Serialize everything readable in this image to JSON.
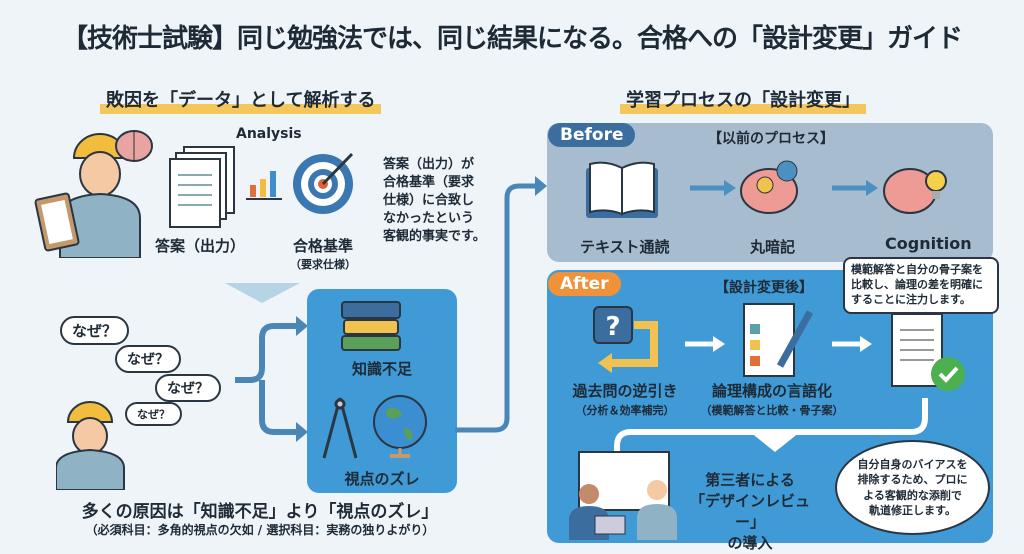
{
  "title": "【技術士試験】同じ勉強法では、同じ結果になる。合格への「設計変更」ガイド",
  "left": {
    "heading": "敗因を「データ」として解析する",
    "analysis_label": "Analysis",
    "answer_label": "答案（出力）",
    "criteria_label": "合格基準",
    "criteria_sub": "（要求仕様）",
    "fact_text": [
      "答案（出力）が",
      "合格基準（要求",
      "仕様）に合致し",
      "なかったという",
      "客観的事実です。"
    ],
    "why": [
      "なぜ？",
      "なぜ？",
      "なぜ？",
      "なぜ？"
    ],
    "cause1": "知識不足",
    "cause2": "視点のズレ",
    "conclusion": "多くの原因は「知識不足」より「視点のズレ」",
    "conclusion_sub": "（必須科目：多角的視点の欠如 / 選択科目：実務の独りよがり）"
  },
  "right": {
    "heading": "学習プロセスの「設計変更」",
    "before": {
      "badge": "Before",
      "title": "【以前のプロセス】",
      "steps": [
        "テキスト通読",
        "丸暗記",
        "Cognition"
      ]
    },
    "after": {
      "badge": "After",
      "title": "【設計変更後】",
      "steps": [
        {
          "label": "過去問の逆引き",
          "sub": "（分析＆効率補完）"
        },
        {
          "label": "論理構成の言語化",
          "sub": "（模範解答と比較・骨子案）"
        }
      ],
      "callout": [
        "模範解答と自分の骨子案を",
        "比較し、論理の差を明確に",
        "することに注力します。"
      ],
      "review": [
        "第三者による",
        "「デザインレビュー」",
        "の導入"
      ],
      "review_note": [
        "自分自身のバイアスを",
        "排除するため、プロに",
        "よる客観的な添削で",
        "軌道修正します。"
      ]
    }
  },
  "colors": {
    "accent": "#f5c65a",
    "blue": "#3f9ad6",
    "before_bg": "#a8bccf",
    "before_badge": "#3b6e9e",
    "after_badge": "#f0923a"
  }
}
